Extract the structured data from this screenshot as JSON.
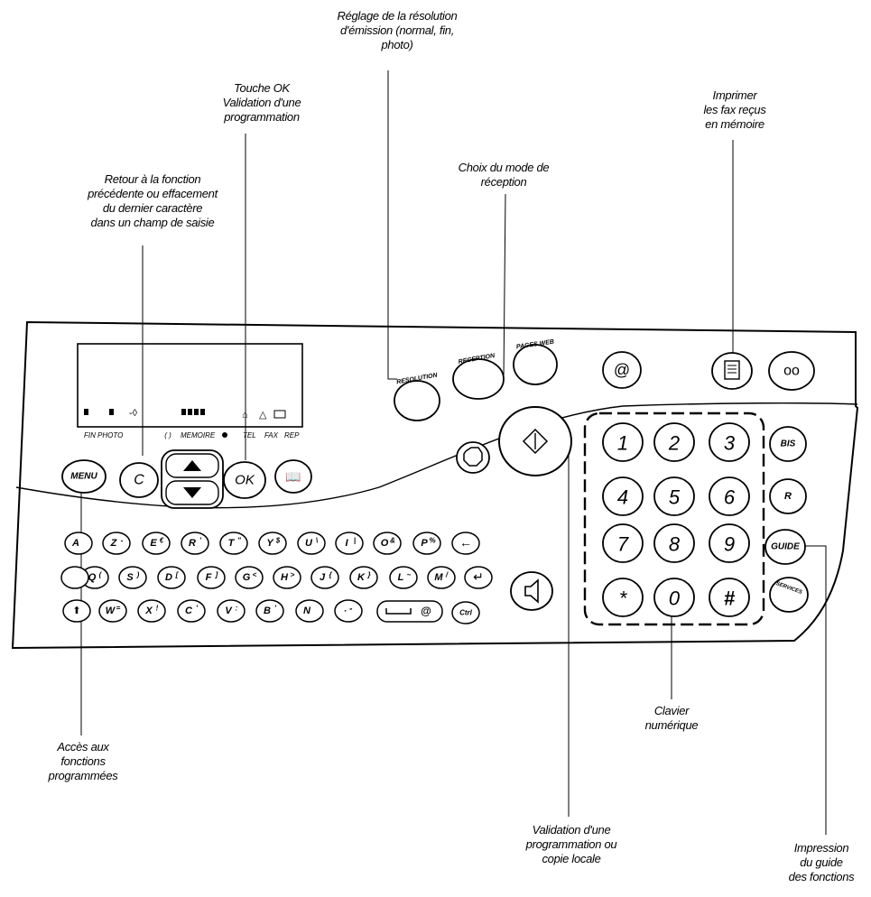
{
  "annotations": {
    "resolution": "Réglage de la résolution\nd'émission (normal, fin,\nphoto)",
    "ok": "Touche OK\nValidation d'une\nprogrammation",
    "print_fax": "Imprimer\nles fax reçus\nen mémoire",
    "reception": "Choix du mode de\nréception",
    "retour": "Retour à la fonction\nprécédente ou effacement\ndu dernier caractère\ndans un champ de saisie",
    "menu": "Accès aux\nfonctions\nprogrammées",
    "clavier": "Clavier\nnumérique",
    "validation": "Validation d'une\nprogrammation ou\ncopie locale",
    "impression": "Impression\ndu guide\ndes fonctions"
  },
  "display": {
    "labels": [
      "FIN",
      "PHOTO",
      "( )",
      "MEMOIRE",
      "TEL",
      "FAX",
      "REP"
    ]
  },
  "keys": {
    "menu": "MENU",
    "c": "C",
    "ok": "OK",
    "resolution": "RESOLUTION",
    "reception": "RECEPTION",
    "pages_web": "PAGES WEB",
    "at": "@",
    "bis": "BIS",
    "r": "R",
    "guide": "GUIDE",
    "services": "SERVICES",
    "ctrl": "Ctrl",
    "space_at": "@"
  },
  "numpad": [
    "1",
    "2",
    "3",
    "4",
    "5",
    "6",
    "7",
    "8",
    "9",
    "*",
    "0",
    "#"
  ],
  "alpha_rows": [
    [
      "A",
      "Z",
      "E",
      "R",
      "T",
      "Y",
      "U",
      "I",
      "O",
      "P"
    ],
    [
      "Q",
      "S",
      "D",
      "F",
      "G",
      "H",
      "J",
      "K",
      "L",
      "M"
    ],
    [
      "W",
      "X",
      "C",
      "V",
      "B",
      "N"
    ]
  ],
  "alpha_secondary": [
    [
      "",
      "-",
      "€",
      "'",
      "\"",
      "$",
      "\\",
      "|",
      "&",
      "%"
    ],
    [
      "(",
      ")",
      "[",
      "]",
      "<",
      ">",
      "{",
      "}",
      "~",
      "/"
    ],
    [
      "=",
      "!",
      "'",
      ":",
      "'",
      ""
    ]
  ]
}
